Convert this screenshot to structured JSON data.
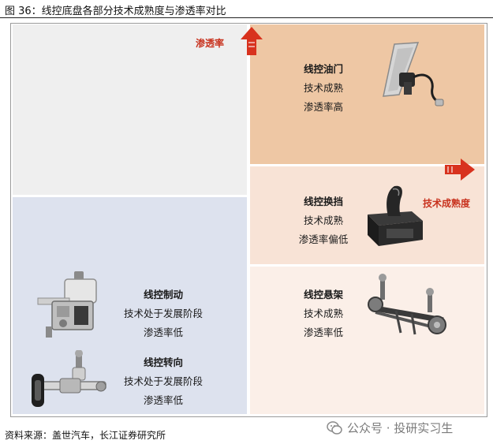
{
  "figure": {
    "title": "图 36：线控底盘各部分技术成熟度与渗透率对比",
    "source": "资料来源：盖世汽车，长江证券研究所",
    "watermark": "公众号 · 投研实习生"
  },
  "axes": {
    "y_label": "渗透率",
    "x_label": "技术成熟度"
  },
  "colors": {
    "arrow": "#d8321e",
    "top_left": "#efefef",
    "bottom_left": "#dde2ee",
    "top_right": "#eec7a4",
    "mid_right": "#f8e3d6",
    "bottom_right": "#fbefe8"
  },
  "items": [
    {
      "name": "线控油门",
      "maturity": "技术成熟",
      "penetration": "渗透率高",
      "icon": "throttle-pedal-icon"
    },
    {
      "name": "线控换挡",
      "maturity": "技术成熟",
      "penetration": "渗透率偏低",
      "icon": "gear-shifter-icon"
    },
    {
      "name": "线控悬架",
      "maturity": "技术成熟",
      "penetration": "渗透率低",
      "icon": "suspension-icon"
    },
    {
      "name": "线控制动",
      "maturity": "技术处于发展阶段",
      "penetration": "渗透率低",
      "icon": "brake-unit-icon"
    },
    {
      "name": "线控转向",
      "maturity": "技术处于发展阶段",
      "penetration": "渗透率低",
      "icon": "steering-system-icon"
    }
  ]
}
